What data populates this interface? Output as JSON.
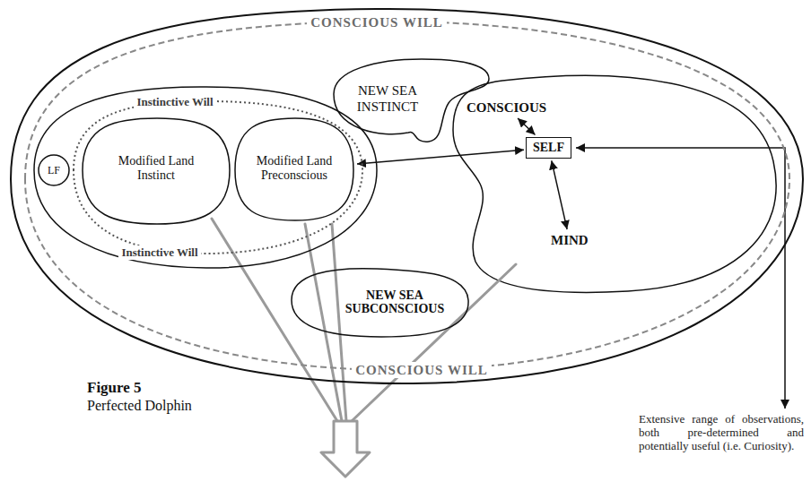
{
  "diagram": {
    "nodes": [
      {
        "text": [
          "CONSCIOUS WILL",
          "CONSCIOUS WILL"
        ]
      },
      {
        "text": [
          "Instinctive Will",
          "Instinctive Will"
        ],
        "in": 0
      },
      {
        "text": [
          "LF"
        ],
        "in": 1
      },
      {
        "text": [
          "Modified Land Instinct"
        ],
        "in": 1
      },
      {
        "text": [
          "Modified Land Preconscious"
        ],
        "in": 1
      },
      {
        "text": [
          "NEW SEA INSTINCT"
        ],
        "in": 0
      },
      {
        "text": [
          "CONSCIOUS"
        ],
        "in": 0
      },
      {
        "text": [
          "SELF"
        ],
        "in": 0
      },
      {
        "text": [
          "MIND"
        ],
        "in": 0
      },
      {
        "text": [
          "NEW SEA SUBCONSCIOUS"
        ],
        "in": 0
      }
    ],
    "edges": [
      {
        "from": 4,
        "to": 7,
        "arrow": "both"
      },
      {
        "from": 6,
        "to": 7,
        "arrow": "both"
      },
      {
        "from": 7,
        "to": 8,
        "arrow": "both"
      }
    ],
    "labels": [
      "Extensive range of observations, both pre-determined and potentially useful (i.e. Curiosity).",
      "Figure 5",
      "Perfected Dolphin"
    ]
  }
}
